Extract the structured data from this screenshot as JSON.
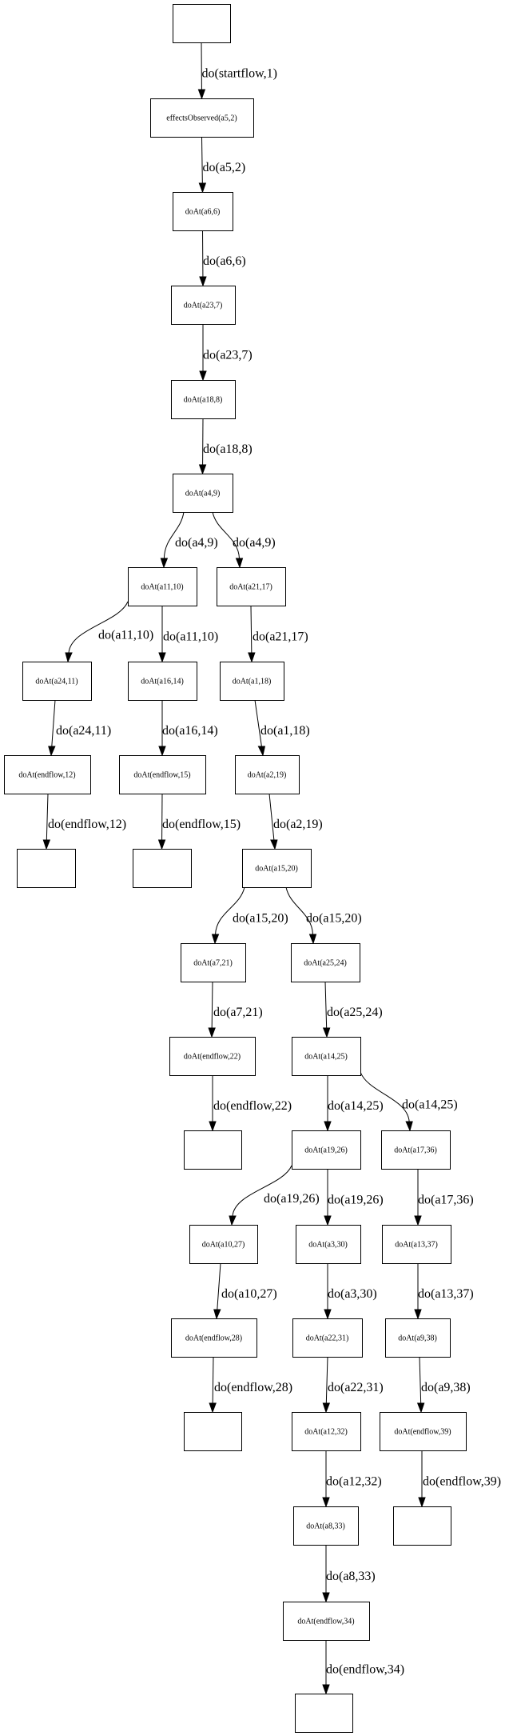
{
  "graph": {
    "title": "",
    "nodes": [
      {
        "id": "n0",
        "label": ""
      },
      {
        "id": "n1",
        "label": "effectsObserved(a5,2)"
      },
      {
        "id": "n2",
        "label": "doAt(a6,6)"
      },
      {
        "id": "n3",
        "label": "doAt(a23,7)"
      },
      {
        "id": "n4",
        "label": "doAt(a18,8)"
      },
      {
        "id": "n5",
        "label": "doAt(a4,9)"
      },
      {
        "id": "n6",
        "label": "doAt(a11,10)"
      },
      {
        "id": "n7",
        "label": "doAt(a21,17)"
      },
      {
        "id": "n8",
        "label": "doAt(a24,11)"
      },
      {
        "id": "n9",
        "label": "doAt(a16,14)"
      },
      {
        "id": "n10",
        "label": "doAt(a1,18)"
      },
      {
        "id": "n11",
        "label": "doAt(endflow,12)"
      },
      {
        "id": "n12",
        "label": "doAt(endflow,15)"
      },
      {
        "id": "n13",
        "label": "doAt(a2,19)"
      },
      {
        "id": "n14",
        "label": ""
      },
      {
        "id": "n15",
        "label": ""
      },
      {
        "id": "n16",
        "label": "doAt(a15,20)"
      },
      {
        "id": "n17",
        "label": "doAt(a7,21)"
      },
      {
        "id": "n18",
        "label": "doAt(a25,24)"
      },
      {
        "id": "n19",
        "label": "doAt(endflow,22)"
      },
      {
        "id": "n20",
        "label": "doAt(a14,25)"
      },
      {
        "id": "n21",
        "label": ""
      },
      {
        "id": "n22",
        "label": "doAt(a19,26)"
      },
      {
        "id": "n23",
        "label": "doAt(a17,36)"
      },
      {
        "id": "n24",
        "label": "doAt(a10,27)"
      },
      {
        "id": "n25",
        "label": "doAt(a3,30)"
      },
      {
        "id": "n26",
        "label": "doAt(a13,37)"
      },
      {
        "id": "n27",
        "label": "doAt(endflow,28)"
      },
      {
        "id": "n28",
        "label": "doAt(a22,31)"
      },
      {
        "id": "n29",
        "label": "doAt(a9,38)"
      },
      {
        "id": "n30",
        "label": ""
      },
      {
        "id": "n31",
        "label": "doAt(a12,32)"
      },
      {
        "id": "n32",
        "label": "doAt(endflow,39)"
      },
      {
        "id": "n33",
        "label": "doAt(a8,33)"
      },
      {
        "id": "n34",
        "label": ""
      },
      {
        "id": "n35",
        "label": "doAt(endflow,34)"
      },
      {
        "id": "n36",
        "label": ""
      }
    ],
    "edges": [
      {
        "from": "n0",
        "to": "n1",
        "label": "do(startflow,1)"
      },
      {
        "from": "n1",
        "to": "n2",
        "label": "do(a5,2)"
      },
      {
        "from": "n2",
        "to": "n3",
        "label": "do(a6,6)"
      },
      {
        "from": "n3",
        "to": "n4",
        "label": "do(a23,7)"
      },
      {
        "from": "n4",
        "to": "n5",
        "label": "do(a18,8)"
      },
      {
        "from": "n5",
        "to": "n6",
        "label": "do(a4,9)"
      },
      {
        "from": "n5",
        "to": "n7",
        "label": "do(a4,9)"
      },
      {
        "from": "n6",
        "to": "n8",
        "label": "do(a11,10)"
      },
      {
        "from": "n6",
        "to": "n9",
        "label": "do(a11,10)"
      },
      {
        "from": "n7",
        "to": "n10",
        "label": "do(a21,17)"
      },
      {
        "from": "n8",
        "to": "n11",
        "label": "do(a24,11)"
      },
      {
        "from": "n9",
        "to": "n12",
        "label": "do(a16,14)"
      },
      {
        "from": "n10",
        "to": "n13",
        "label": "do(a1,18)"
      },
      {
        "from": "n11",
        "to": "n14",
        "label": "do(endflow,12)"
      },
      {
        "from": "n12",
        "to": "n15",
        "label": "do(endflow,15)"
      },
      {
        "from": "n13",
        "to": "n16",
        "label": "do(a2,19)"
      },
      {
        "from": "n16",
        "to": "n17",
        "label": "do(a15,20)"
      },
      {
        "from": "n16",
        "to": "n18",
        "label": "do(a15,20)"
      },
      {
        "from": "n17",
        "to": "n19",
        "label": "do(a7,21)"
      },
      {
        "from": "n18",
        "to": "n20",
        "label": "do(a25,24)"
      },
      {
        "from": "n19",
        "to": "n21",
        "label": "do(endflow,22)"
      },
      {
        "from": "n20",
        "to": "n22",
        "label": "do(a14,25)"
      },
      {
        "from": "n20",
        "to": "n23",
        "label": "do(a14,25)"
      },
      {
        "from": "n22",
        "to": "n24",
        "label": "do(a19,26)"
      },
      {
        "from": "n22",
        "to": "n25",
        "label": "do(a19,26)"
      },
      {
        "from": "n23",
        "to": "n26",
        "label": "do(a17,36)"
      },
      {
        "from": "n24",
        "to": "n27",
        "label": "do(a10,27)"
      },
      {
        "from": "n25",
        "to": "n28",
        "label": "do(a3,30)"
      },
      {
        "from": "n26",
        "to": "n29",
        "label": "do(a13,37)"
      },
      {
        "from": "n27",
        "to": "n30",
        "label": "do(endflow,28)"
      },
      {
        "from": "n28",
        "to": "n31",
        "label": "do(a22,31)"
      },
      {
        "from": "n29",
        "to": "n32",
        "label": "do(a9,38)"
      },
      {
        "from": "n31",
        "to": "n33",
        "label": "do(a12,32)"
      },
      {
        "from": "n32",
        "to": "n34",
        "label": "do(endflow,39)"
      },
      {
        "from": "n33",
        "to": "n35",
        "label": "do(a8,33)"
      },
      {
        "from": "n35",
        "to": "n36",
        "label": "do(endflow,34)"
      }
    ]
  }
}
